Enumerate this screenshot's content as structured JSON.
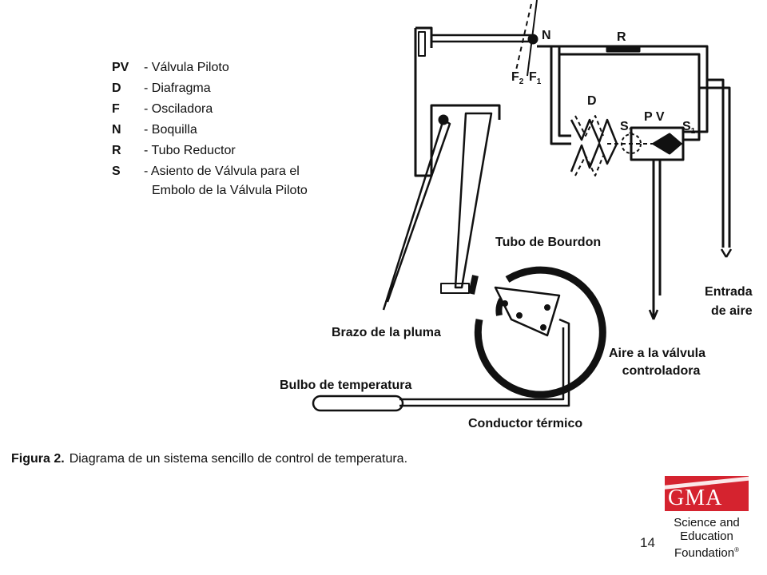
{
  "legend": [
    {
      "abbr": "PV",
      "definition": "Válvula Piloto"
    },
    {
      "abbr": "D",
      "definition": "Diafragma"
    },
    {
      "abbr": "F",
      "definition": "Osciladora"
    },
    {
      "abbr": "N",
      "definition": "Boquilla"
    },
    {
      "abbr": "R",
      "definition": "Tubo Reductor"
    },
    {
      "abbr": "S",
      "definition": "Asiento de Válvula para el",
      "continuation": "Embolo de la Válvula Piloto"
    }
  ],
  "labels": {
    "nozzle": "N",
    "reducer": "R",
    "diaphragm": "D",
    "pilot_valve": "P V",
    "seat1": "S",
    "seat1_sub": "1",
    "seat2": "S",
    "seat2_sub": "1",
    "flapper_f2": "F",
    "flapper_f2_sub": "2",
    "flapper_f1": "F",
    "flapper_f1_sub": "1",
    "bourdon_tube": "Tubo de Bourdon",
    "pen_arm": "Brazo de la pluma",
    "temp_bulb": "Bulbo de temperatura",
    "thermal_conductor": "Conductor térmico",
    "air_to_valve_line1": "Aire a la válvula",
    "air_to_valve_line2": "controladora",
    "air_inlet_line1": "Entrada",
    "air_inlet_line2": "de aire"
  },
  "caption": {
    "label": "Figura 2.",
    "text": "Diagrama de un sistema sencillo de control de temperatura."
  },
  "page_number": "14",
  "logo": {
    "name": "GMA",
    "line1": "Science and",
    "line2": "Education",
    "line3": "Foundation",
    "mark": "®"
  },
  "colors": {
    "ink": "#111111",
    "brand_red": "#d5232f"
  }
}
